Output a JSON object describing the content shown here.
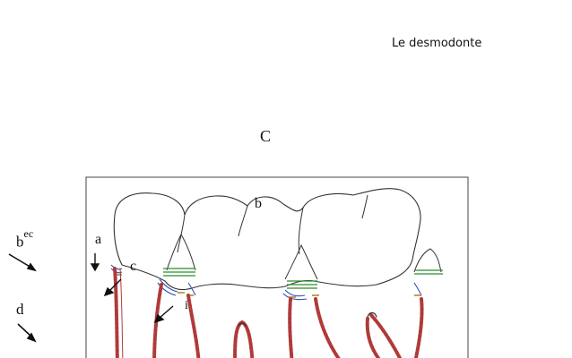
{
  "header": {
    "title": "Le desmodonte"
  },
  "figure": {
    "panel_letter": "C",
    "labels": {
      "b_main": "b",
      "b_ec_base": "b",
      "b_ec_sup": "ec",
      "d": "d",
      "a": "a",
      "c": "c",
      "i": "i"
    }
  },
  "colors": {
    "outline": "#333333",
    "root_fibers": "#b03a3a",
    "gingival_fibers": "#2e8b2e",
    "transseptal_fibers": "#2f4fb0",
    "cementum_band": "#b8862f"
  }
}
